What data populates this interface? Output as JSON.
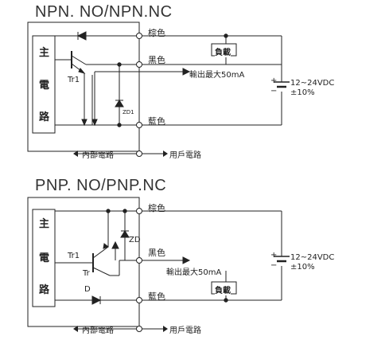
{
  "npn": {
    "title": "NPN. NO/NPN.NC",
    "main_circuit": [
      "主",
      "電",
      "路"
    ],
    "transistor": "Tr1",
    "zener": "ZD1",
    "wire_brown": "棕色",
    "wire_black": "黑色",
    "wire_blue": "藍色",
    "load": "負載",
    "output_max": "輸出最大50mA",
    "supply": "12~24VDC",
    "tolerance": "±10%",
    "internal": "內部電路",
    "user": "用戶電路"
  },
  "pnp": {
    "title": "PNP. NO/PNP.NC",
    "main_circuit": [
      "主",
      "電",
      "路"
    ],
    "transistor1": "Tr1",
    "transistor2": "Tr",
    "zener": "ZD",
    "diode": "D",
    "wire_brown": "棕色",
    "wire_black": "黑色",
    "wire_blue": "藍色",
    "load": "負載",
    "output_max": "輸出最大50mA",
    "supply": "12~24VDC",
    "tolerance": "±10%",
    "internal": "內部電路",
    "user": "用戶電路"
  }
}
